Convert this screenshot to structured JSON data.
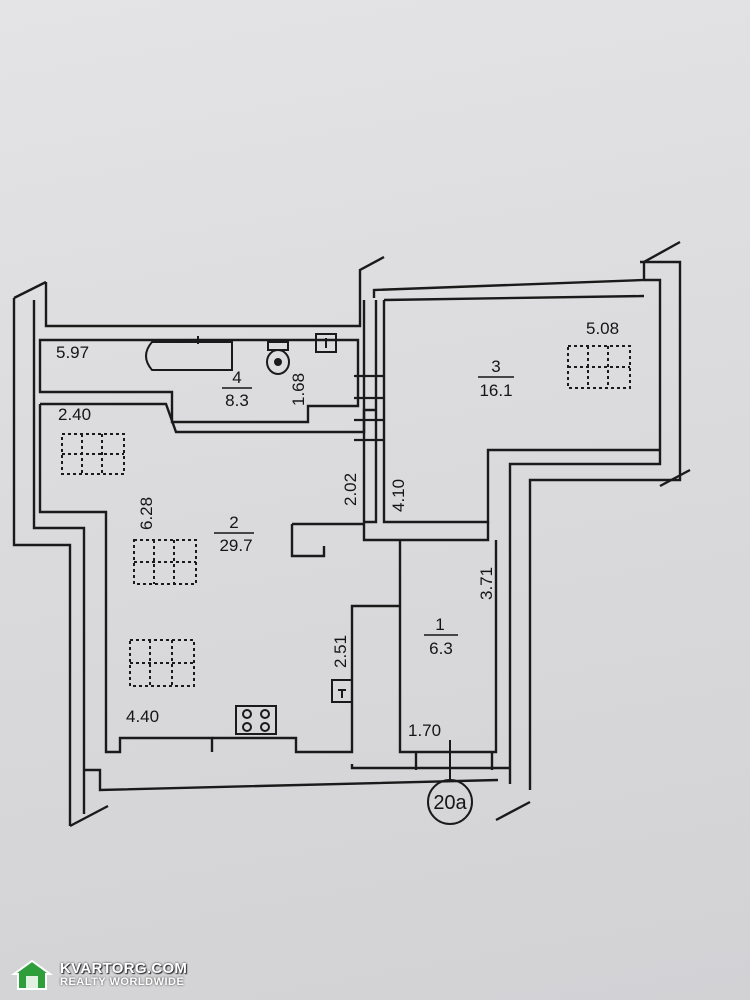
{
  "plan": {
    "rooms": [
      {
        "number": "1",
        "area": "6.3"
      },
      {
        "number": "2",
        "area": "29.7"
      },
      {
        "number": "3",
        "area": "16.1"
      },
      {
        "number": "4",
        "area": "8.3"
      }
    ],
    "dimensions": {
      "d_597": "5.97",
      "d_168": "1.68",
      "d_508": "5.08",
      "d_240": "2.40",
      "d_202": "2.02",
      "d_410": "4.10",
      "d_628": "6.28",
      "d_371": "3.71",
      "d_251": "2.51",
      "d_440": "4.40",
      "d_170": "1.70"
    },
    "apartment_tag": "20a"
  },
  "watermark": {
    "title": "KVARTORG.COM",
    "subtitle": "REALTY WORLDWIDE",
    "colors": {
      "house": "#2e9e3a",
      "text": "#ffffff"
    }
  }
}
